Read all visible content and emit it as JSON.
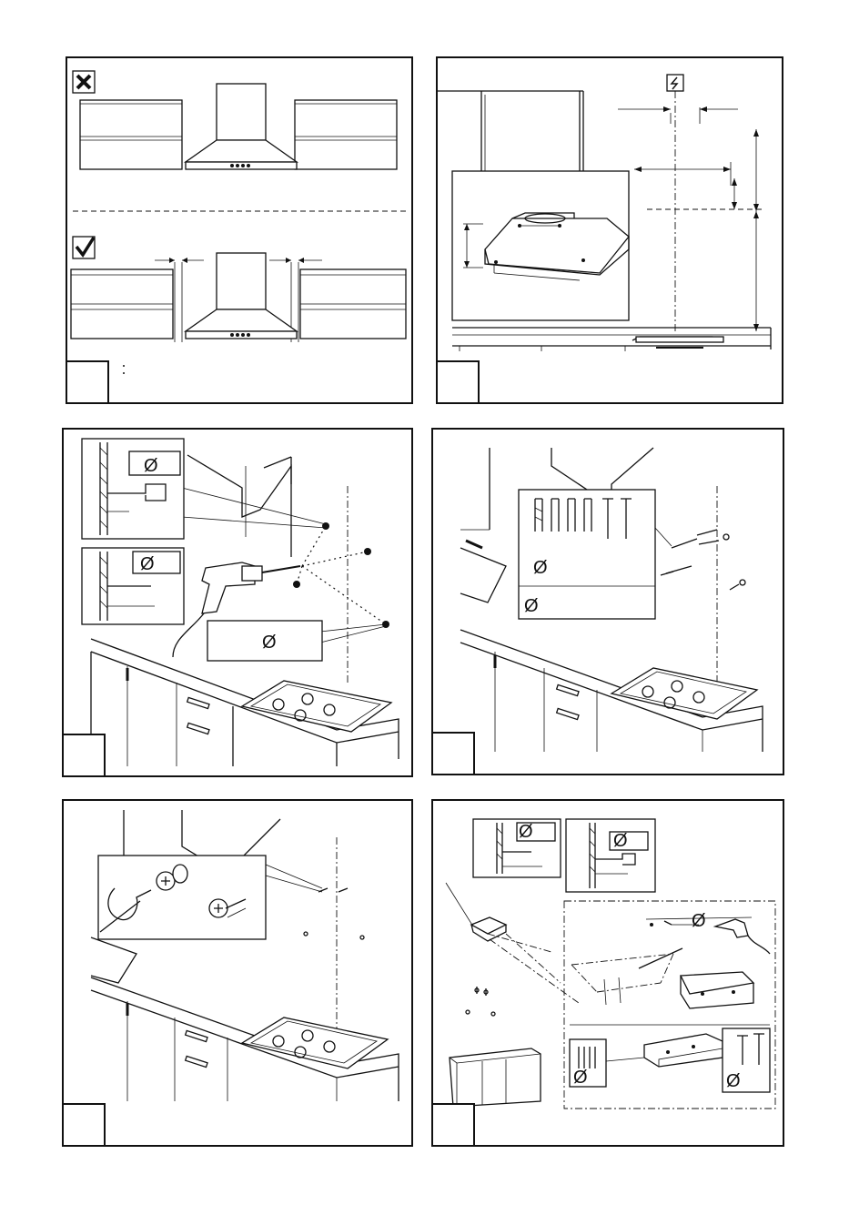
{
  "panels": [
    {
      "id": "p1",
      "step": ""
    },
    {
      "id": "p2",
      "step": ""
    },
    {
      "id": "p3",
      "step": "",
      "labels": [
        "Ø",
        "Ø",
        "Ø"
      ]
    },
    {
      "id": "p4",
      "step": "",
      "labels": [
        "Ø",
        "Ø"
      ]
    },
    {
      "id": "p5",
      "step": ""
    },
    {
      "id": "p6",
      "step": "",
      "labels": [
        "Ø",
        "Ø",
        "Ø",
        "Ø",
        "Ø"
      ]
    }
  ],
  "icons": {
    "wrong": "cross-checkbox-icon",
    "right": "check-checkbox-icon",
    "electric": "electric-outlet-icon",
    "drill": "power-drill-icon"
  }
}
